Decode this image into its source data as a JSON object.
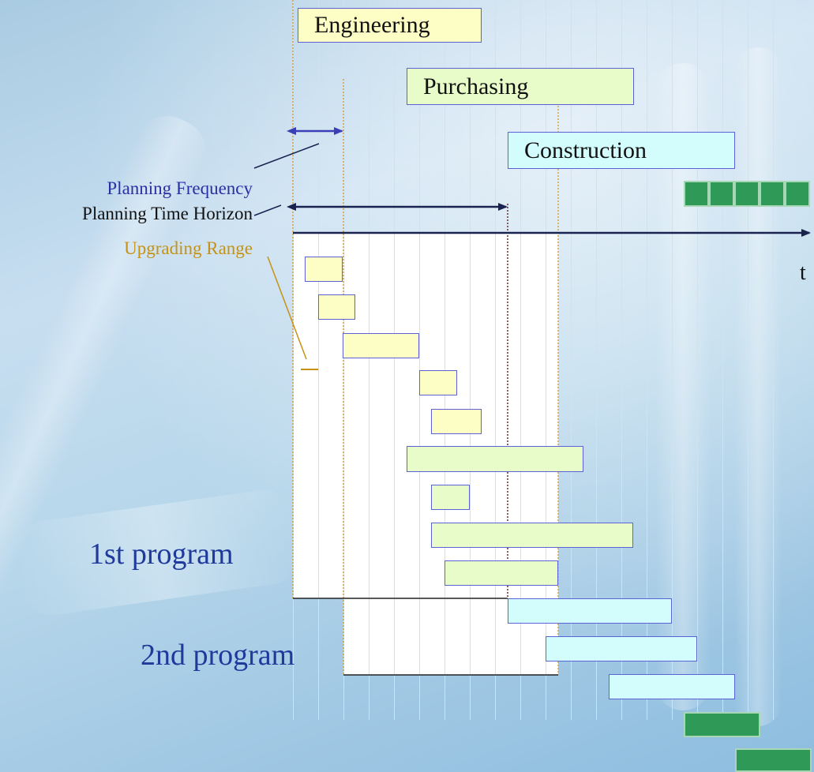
{
  "phases": {
    "engineering": "Engineering",
    "purchasing": "Purchasing",
    "construction": "Construction"
  },
  "labels": {
    "planning_frequency": "Planning Frequency",
    "planning_time_horizon": "Planning Time Horizon",
    "upgrading_range": "Upgrading Range",
    "time_axis": "t",
    "first_program": "1st program",
    "second_program": "2nd program"
  },
  "colors": {
    "engineering": "#fdfdc6",
    "purchasing": "#e7fcc9",
    "construction": "#d3fdfd",
    "green_blocks": "#2f9a58",
    "frequency_label": "#2a2fa5",
    "horizon_label": "#111111",
    "upgrading_label": "#c69214",
    "program_label": "#1f3a9a"
  }
}
